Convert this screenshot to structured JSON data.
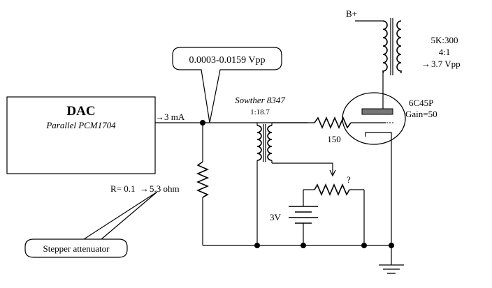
{
  "dac": {
    "title": "DAC",
    "subtitle": "Parallel  PCM1704",
    "current": "3 mA"
  },
  "signal_callout": "0.0003-0.0159 Vpp",
  "resistor_label": "R= 0.1",
  "resistor_range_end": "5.3 ohm",
  "stepper_callout": "Stepper attenuator",
  "input_transformer": {
    "name": "Sowther 8347",
    "ratio": "1:18.7"
  },
  "grid_resistor": "150",
  "tube": {
    "name": "6C45P",
    "gain": "Gain=50"
  },
  "potentiometer_label": "?",
  "bias_battery": "3V",
  "supply_label": "B+",
  "output_transformer": {
    "ratio": "5K:300",
    "ratio_simple": "4:1",
    "output": "3.7 Vpp"
  },
  "arrow_glyph": "→"
}
